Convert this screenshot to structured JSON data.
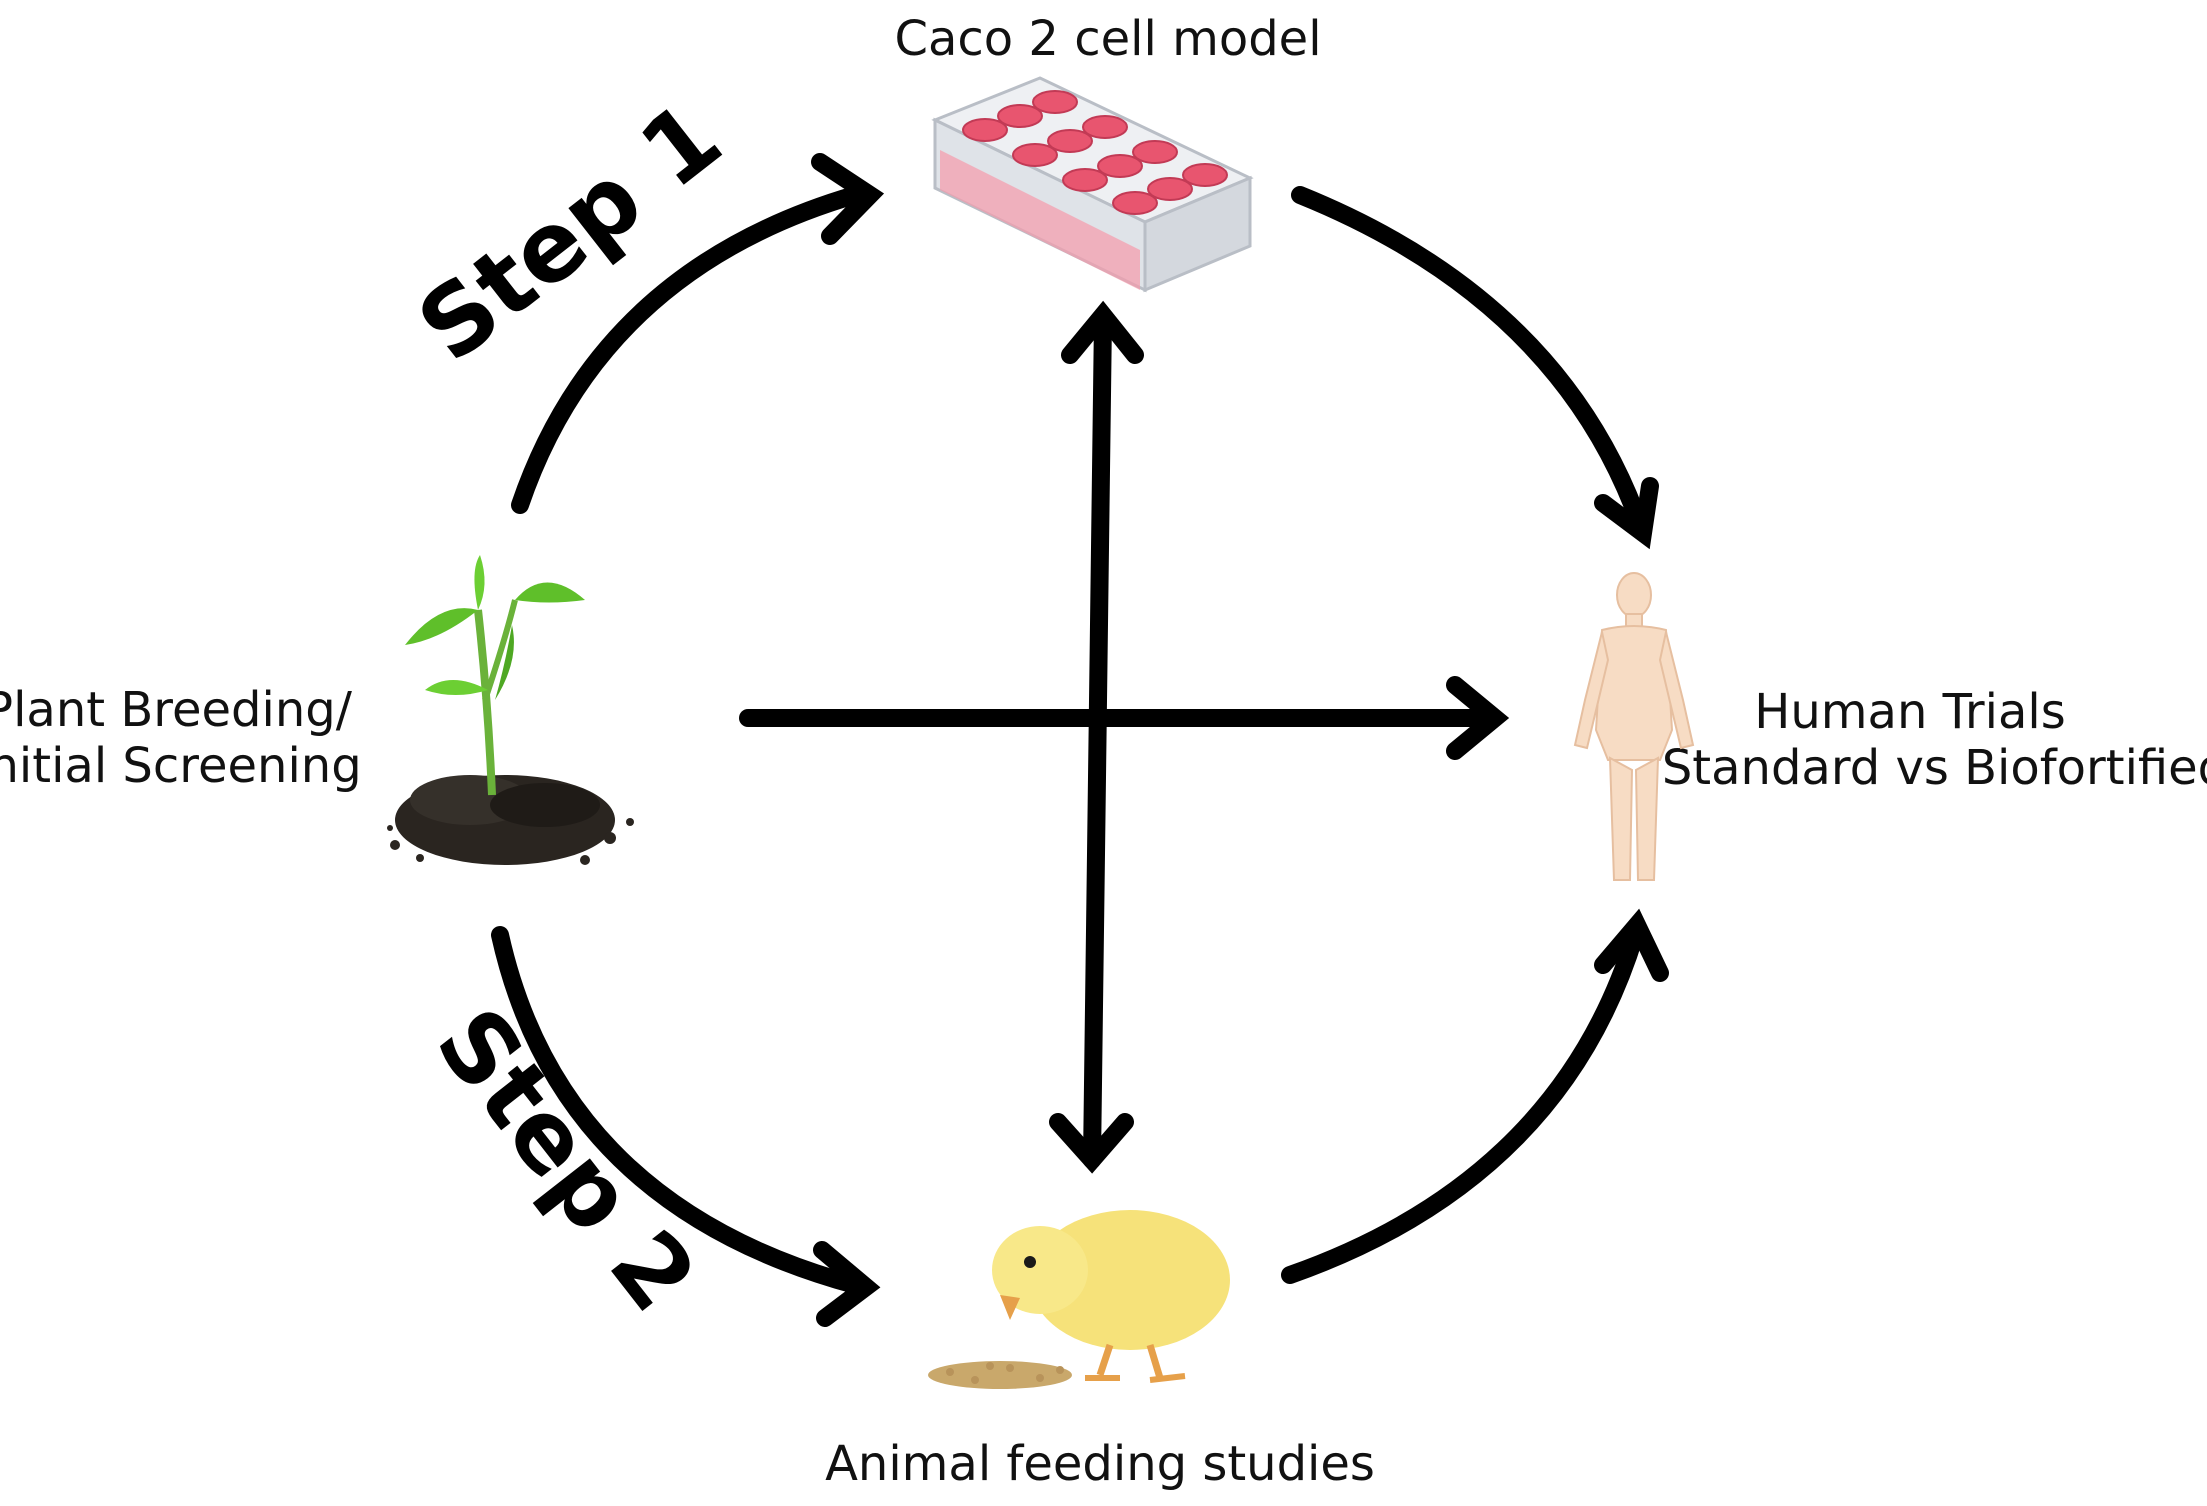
{
  "nodes": {
    "caco2": {
      "label": "Caco 2 cell model"
    },
    "plant": {
      "label_line1": "Plant Breeding/",
      "label_line2": "Initial Screening"
    },
    "human": {
      "label_line1": "Human Trials",
      "label_line2": "Standard vs Biofortified"
    },
    "animal": {
      "label": "Animal feeding studies"
    }
  },
  "steps": {
    "step1": "Step 1",
    "step2": "Step 2"
  },
  "colors": {
    "arrow": "#000000",
    "plate_red": "#e8556f",
    "skin": "#f7dcc4",
    "chick": "#f6e27a",
    "soil": "#2a2520",
    "leaf": "#5fbf2a"
  }
}
